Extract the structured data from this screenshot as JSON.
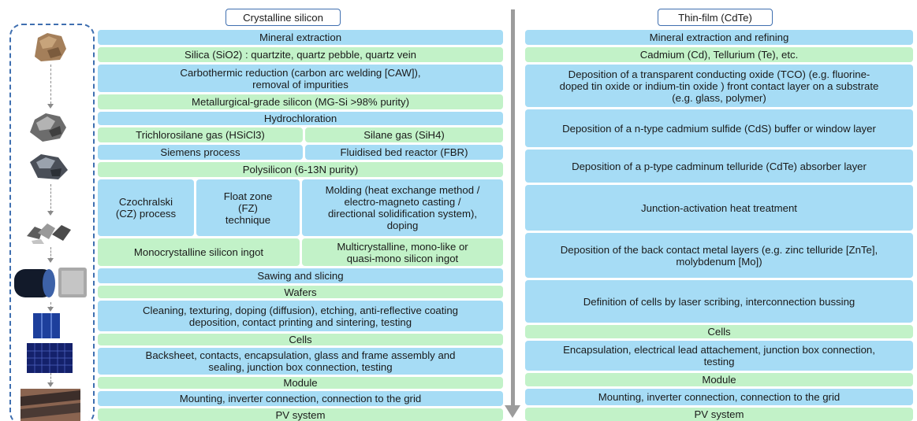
{
  "left": {
    "header": "Crystalline silicon",
    "mineral_extraction": "Mineral extraction",
    "silica": "Silica (SiO2) : quartzite, quartz pebble, quartz vein",
    "carbothermic": "Carbothermic reduction (carbon arc welding [CAW]),\nremoval of impurities",
    "mg_si": "Metallurgical-grade silicon (MG-Si >98% purity)",
    "hydrochloration": "Hydrochloration",
    "trichlorosilane": "Trichlorosilane gas (HSiCl3)",
    "silane": "Silane gas (SiH4)",
    "siemens": "Siemens process",
    "fbr": "Fluidised bed reactor (FBR)",
    "polysilicon": "Polysilicon (6-13N purity)",
    "czochralski": "Czochralski\n(CZ) process",
    "float_zone": "Float zone\n(FZ)\ntechnique",
    "molding": "Molding (heat exchange method /\nelectro-magneto casting /\ndirectional solidification system),\ndoping",
    "mono_ingot": "Monocrystalline silicon ingot",
    "multi_ingot": "Multicrystalline, mono-like or\nquasi-mono silicon ingot",
    "sawing": "Sawing and slicing",
    "wafers": "Wafers",
    "cleaning": "Cleaning, texturing, doping (diffusion), etching, anti-reflective coating\ndeposition, contact printing and sintering, testing",
    "cells": "Cells",
    "backsheet": "Backsheet, contacts, encapsulation, glass and frame assembly and\nsealing, junction box connection, testing",
    "module": "Module",
    "mounting": "Mounting, inverter connection, connection to the grid",
    "pv_system": "PV system"
  },
  "right": {
    "header": "Thin-film (CdTe)",
    "mineral_refining": "Mineral extraction and refining",
    "cadmium": "Cadmium (Cd), Tellurium (Te), etc.",
    "tco": "Deposition of a transparent conducting oxide (TCO) (e.g.  fluorine-\ndoped tin oxide or indium-tin oxide ) front contact layer on a substrate\n(e.g. glass, polymer)",
    "cds": "Deposition of a n-type  cadmium sulfide (CdS) buffer or window  layer",
    "cdte": "Deposition of a p-type cadminum telluride (CdTe) absorber layer",
    "junction": "Junction-activation heat treatment",
    "back_contact": "Deposition of the back contact metal layers (e.g. zinc telluride [ZnTe],\nmolybdenum [Mo])",
    "definition": "Definition of cells by laser scribing, interconnection bussing",
    "cells": "Cells",
    "encapsulation": "Encapsulation, electrical lead attachement, junction box connection,\ntesting",
    "module": "Module",
    "mounting": "Mounting, inverter connection, connection to the grid",
    "pv_system": "PV system"
  },
  "colors": {
    "process_box": "#a6dcf5",
    "product_box": "#c2f2c8",
    "header_border": "#3f6fb0",
    "main_arrow": "#9c9c9c"
  },
  "thumbnails": [
    "quartz-rock-image",
    "silicon-lump-image",
    "polysilicon-chunk-image",
    "silicon-fragments-image",
    "ingot-and-wafer-image",
    "solar-cell-image",
    "solar-module-image",
    "pv-array-image"
  ]
}
